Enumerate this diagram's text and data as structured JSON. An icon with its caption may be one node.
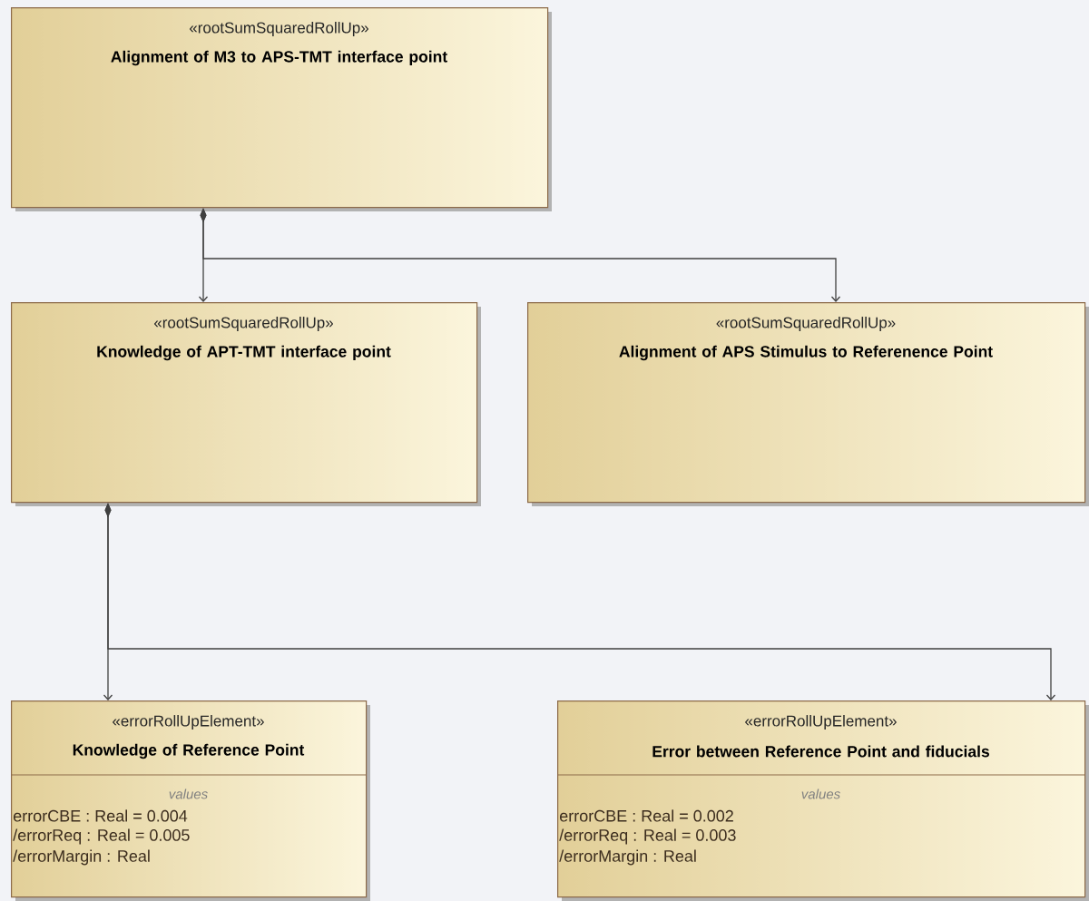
{
  "diagram": {
    "nodes": [
      {
        "text": [
          "«rootSumSquaredRollUp»",
          "Alignment of M3 to APS-TMT interface point"
        ]
      },
      {
        "text": [
          "«rootSumSquaredRollUp»",
          "Knowledge of APT-TMT interface point"
        ]
      },
      {
        "text": [
          "«rootSumSquaredRollUp»",
          "Alignment of APS Stimulus to Referenence Point"
        ]
      },
      {
        "text": [
          "«errorRollUpElement»",
          "Knowledge of Reference Point",
          "values",
          "errorCBE : Real = 0.004",
          "/errorReq : Real = 0.005",
          "/errorMargin : Real"
        ]
      },
      {
        "text": [
          "«errorRollUpElement»",
          "Error between Reference Point and fiducials",
          "values",
          "errorCBE : Real = 0.002",
          "/errorReq : Real = 0.003",
          "/errorMargin : Real"
        ]
      }
    ],
    "edges": [
      {
        "from": 0,
        "to": 1,
        "arrow": "to"
      },
      {
        "from": 0,
        "to": 2,
        "arrow": "to"
      },
      {
        "from": 1,
        "to": 3,
        "arrow": "to"
      },
      {
        "from": 1,
        "to": 4,
        "arrow": "to"
      }
    ]
  }
}
